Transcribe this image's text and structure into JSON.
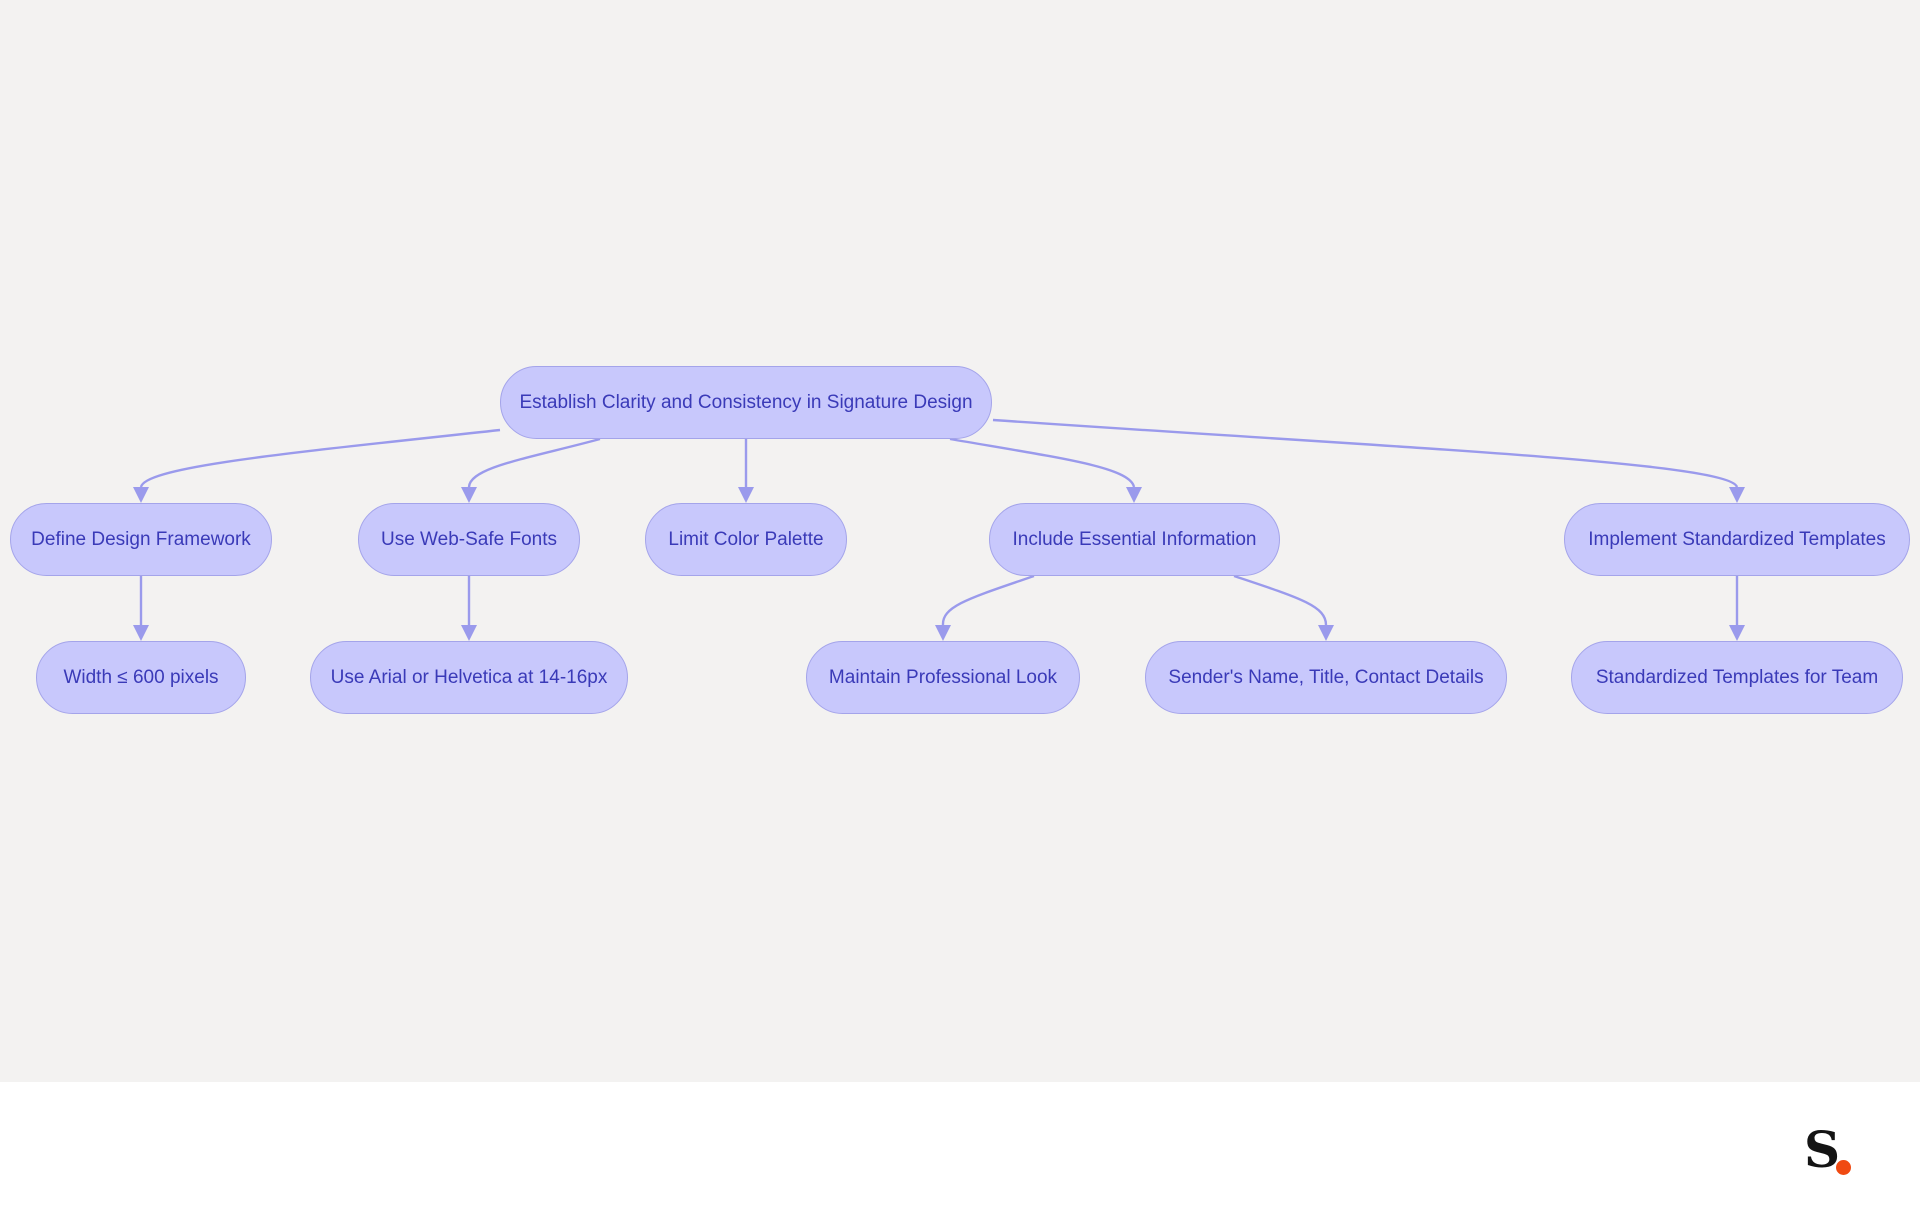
{
  "diagram": {
    "root": {
      "label": "Establish Clarity and Consistency in Signature Design"
    },
    "branches": {
      "framework": {
        "label": "Define Design Framework"
      },
      "fonts": {
        "label": "Use Web-Safe Fonts"
      },
      "palette": {
        "label": "Limit Color Palette"
      },
      "info": {
        "label": "Include Essential Information"
      },
      "templates": {
        "label": "Implement Standardized Templates"
      }
    },
    "leaves": {
      "width": {
        "label": "Width ≤ 600 pixels"
      },
      "arial": {
        "label": "Use Arial or Helvetica at 14-16px"
      },
      "professional": {
        "label": "Maintain Professional Look"
      },
      "sender": {
        "label": "Sender's Name, Title, Contact Details"
      },
      "team": {
        "label": "Standardized Templates for Team"
      }
    },
    "edges": [
      {
        "from": "root",
        "to": "framework"
      },
      {
        "from": "root",
        "to": "fonts"
      },
      {
        "from": "root",
        "to": "palette"
      },
      {
        "from": "root",
        "to": "info"
      },
      {
        "from": "root",
        "to": "templates"
      },
      {
        "from": "framework",
        "to": "width"
      },
      {
        "from": "fonts",
        "to": "arial"
      },
      {
        "from": "info",
        "to": "professional"
      },
      {
        "from": "info",
        "to": "sender"
      },
      {
        "from": "templates",
        "to": "team"
      }
    ],
    "colors": {
      "node_fill": "#c8c8fc",
      "node_border": "#a4a4ea",
      "node_text": "#3a3ab8",
      "edge": "#9a9aec",
      "background": "#f3f2f1"
    }
  },
  "footer": {
    "logo": {
      "letter": "S",
      "dot_color": "#f04a12"
    }
  }
}
